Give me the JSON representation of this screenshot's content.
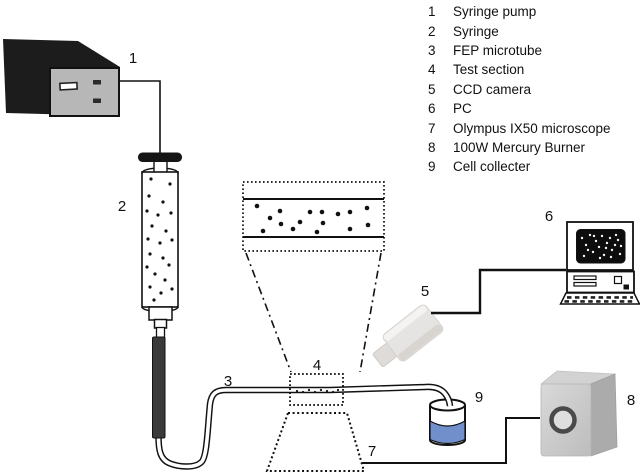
{
  "figure": {
    "kind": "experimental-setup-schematic",
    "background": "#ffffff"
  },
  "legend": {
    "items": [
      {
        "num": "1",
        "label": "Syringe pump"
      },
      {
        "num": "2",
        "label": "Syringe"
      },
      {
        "num": "3",
        "label": "FEP microtube"
      },
      {
        "num": "4",
        "label": "Test section"
      },
      {
        "num": "5",
        "label": "CCD camera"
      },
      {
        "num": "6",
        "label": "PC"
      },
      {
        "num": "7",
        "label": "Olympus IX50 microscope"
      },
      {
        "num": "8",
        "label": "100W Mercury Burner"
      },
      {
        "num": "9",
        "label": "Cell collecter"
      }
    ]
  },
  "callouts": {
    "syringe_pump": "1",
    "syringe": "2",
    "fep_microtube": "3",
    "test_section": "4",
    "ccd_camera": "5",
    "pc": "6",
    "microscope": "7",
    "mercury_burner": "8",
    "cell_collector": "9"
  },
  "colors": {
    "ink": "#111111",
    "pump_body": "#1c1c1c",
    "pump_panel": "#b7b7b7",
    "tube_dark": "#3a3a3a",
    "camera_gray": "#e6e4e2",
    "burner_gray": "#c6c6c6",
    "liquid_blue": "#7190cb",
    "screen_black": "#0d0d0d"
  },
  "particles": {
    "syringe_cells": [
      [
        151,
        179
      ],
      [
        170,
        184
      ],
      [
        149,
        196
      ],
      [
        163,
        202
      ],
      [
        147,
        211
      ],
      [
        158,
        215
      ],
      [
        171,
        213
      ],
      [
        152,
        226
      ],
      [
        166,
        231
      ],
      [
        148,
        239
      ],
      [
        160,
        243
      ],
      [
        172,
        240
      ],
      [
        150,
        254
      ],
      [
        163,
        258
      ],
      [
        147,
        267
      ],
      [
        169,
        265
      ],
      [
        155,
        274
      ],
      [
        165,
        280
      ],
      [
        150,
        287
      ],
      [
        161,
        293
      ],
      [
        172,
        289
      ],
      [
        154,
        300
      ]
    ],
    "magnified_cells": [
      [
        257,
        206
      ],
      [
        263,
        231
      ],
      [
        270,
        218
      ],
      [
        280,
        211
      ],
      [
        281,
        224
      ],
      [
        293,
        229
      ],
      [
        300,
        222
      ],
      [
        310,
        212
      ],
      [
        317,
        232
      ],
      [
        322,
        212
      ],
      [
        323,
        223
      ],
      [
        338,
        214
      ],
      [
        350,
        212
      ],
      [
        350,
        229
      ],
      [
        367,
        208
      ],
      [
        368,
        225
      ]
    ],
    "test_section_cells": [
      [
        297,
        391
      ],
      [
        303,
        392
      ],
      [
        309,
        390
      ],
      [
        315,
        392
      ],
      [
        321,
        390
      ],
      [
        327,
        391
      ],
      [
        333,
        392
      ],
      [
        338,
        390
      ]
    ],
    "screen_cells": [
      [
        582,
        238
      ],
      [
        586,
        245
      ],
      [
        590,
        235
      ],
      [
        593,
        252
      ],
      [
        596,
        241
      ],
      [
        599,
        247
      ],
      [
        602,
        236
      ],
      [
        604,
        255
      ],
      [
        607,
        243
      ],
      [
        610,
        238
      ],
      [
        612,
        250
      ],
      [
        615,
        245
      ],
      [
        618,
        240
      ],
      [
        620,
        254
      ],
      [
        584,
        256
      ],
      [
        588,
        250
      ],
      [
        594,
        236
      ],
      [
        600,
        258
      ],
      [
        606,
        248
      ],
      [
        611,
        257
      ],
      [
        616,
        235
      ],
      [
        621,
        246
      ]
    ]
  }
}
